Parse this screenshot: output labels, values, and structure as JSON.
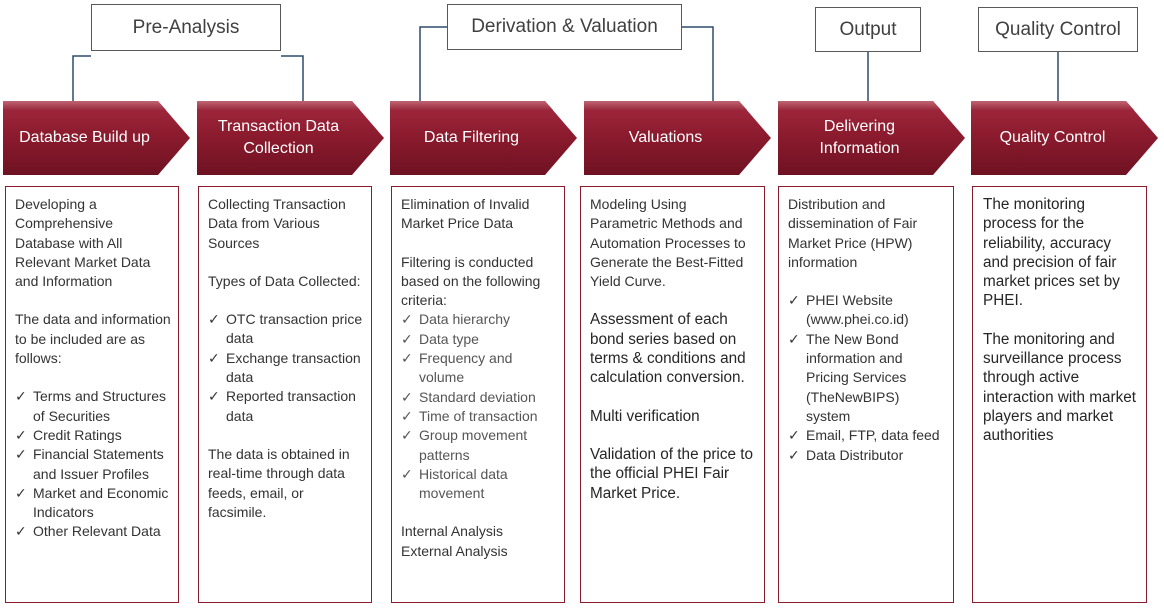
{
  "headers": {
    "pre_analysis": "Pre-Analysis",
    "derivation": "Derivation & Valuation",
    "output": "Output",
    "quality": "Quality Control"
  },
  "check_glyph": "✓",
  "colors": {
    "accent": "#8c1b2e",
    "accent_light": "#b0344c"
  },
  "steps": [
    {
      "label": "Database Build up"
    },
    {
      "label": "Transaction Data Collection"
    },
    {
      "label": "Data Filtering"
    },
    {
      "label": "Valuations"
    },
    {
      "label": "Delivering Information"
    },
    {
      "label": "Quality Control"
    }
  ],
  "boxes": {
    "database": {
      "p1": "Developing a Comprehensive Database with All Relevant Market Data and Information",
      "p2": "The data and information to be included are as follows:",
      "items": [
        "Terms and Structures of Securities",
        "Credit Ratings",
        "Financial Statements and Issuer Profiles",
        "Market and Economic Indicators",
        "Other Relevant Data"
      ]
    },
    "transaction": {
      "p1": "Collecting Transaction Data from Various Sources",
      "p2": "Types of Data Collected:",
      "items": [
        "OTC transaction price data",
        "Exchange transaction data",
        "Reported transaction data"
      ],
      "p3": "The data is obtained in real-time through data feeds, email, or facsimile."
    },
    "filtering": {
      "p1": "Elimination of Invalid Market Price Data",
      "p2": "Filtering is conducted based on the following criteria:",
      "items": [
        "Data hierarchy",
        "Data type",
        "Frequency and volume",
        "Standard deviation",
        "Time of transaction",
        "Group movement patterns",
        "Historical data movement"
      ],
      "p3": "Internal Analysis",
      "p4": "External Analysis"
    },
    "valuations": {
      "p1": "Modeling Using Parametric Methods and Automation Processes to Generate the Best-Fitted Yield Curve.",
      "p2": "Assessment of each bond series based on terms & conditions and calculation conversion.",
      "p3": "Multi verification",
      "p4": "Validation of the price to the official PHEI Fair Market Price."
    },
    "delivering": {
      "p1": "Distribution and dissemination of Fair Market Price (HPW) information",
      "items": [
        "PHEI Website (www.phei.co.id)",
        "The New Bond information and Pricing Services (TheNewBIPS) system",
        "Email, FTP, data feed",
        "Data Distributor"
      ]
    },
    "quality": {
      "p1": "The monitoring process for the reliability, accuracy and precision of fair market prices set by PHEI.",
      "p2": "The monitoring and surveillance process through active interaction with market players and market authorities"
    }
  }
}
